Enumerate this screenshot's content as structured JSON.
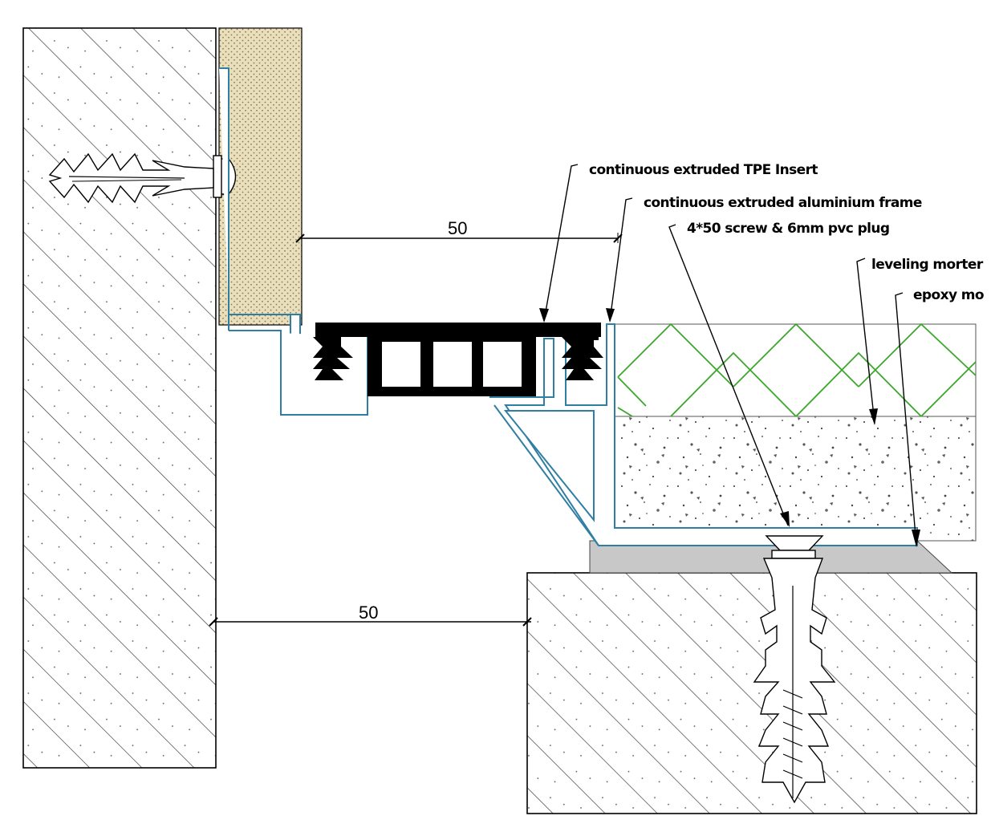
{
  "dimensions": {
    "upper": "50",
    "lower": "50"
  },
  "labels": {
    "tpe_insert": "continuous extruded TPE Insert",
    "aluminium_frame": "continuous extruded aluminium frame",
    "screw_plug": "4*50 screw & 6mm pvc plug",
    "leveling_mortar": "leveling morter",
    "epoxy_mortar": "epoxy mo"
  },
  "colors": {
    "aluminium_frame": "#2f7ea3",
    "tile_pattern": "#3aa82a",
    "tpe_insert": "#000000",
    "epoxy_bed": "#c8c8c8",
    "plaster_fill": "#e6d9b0"
  }
}
